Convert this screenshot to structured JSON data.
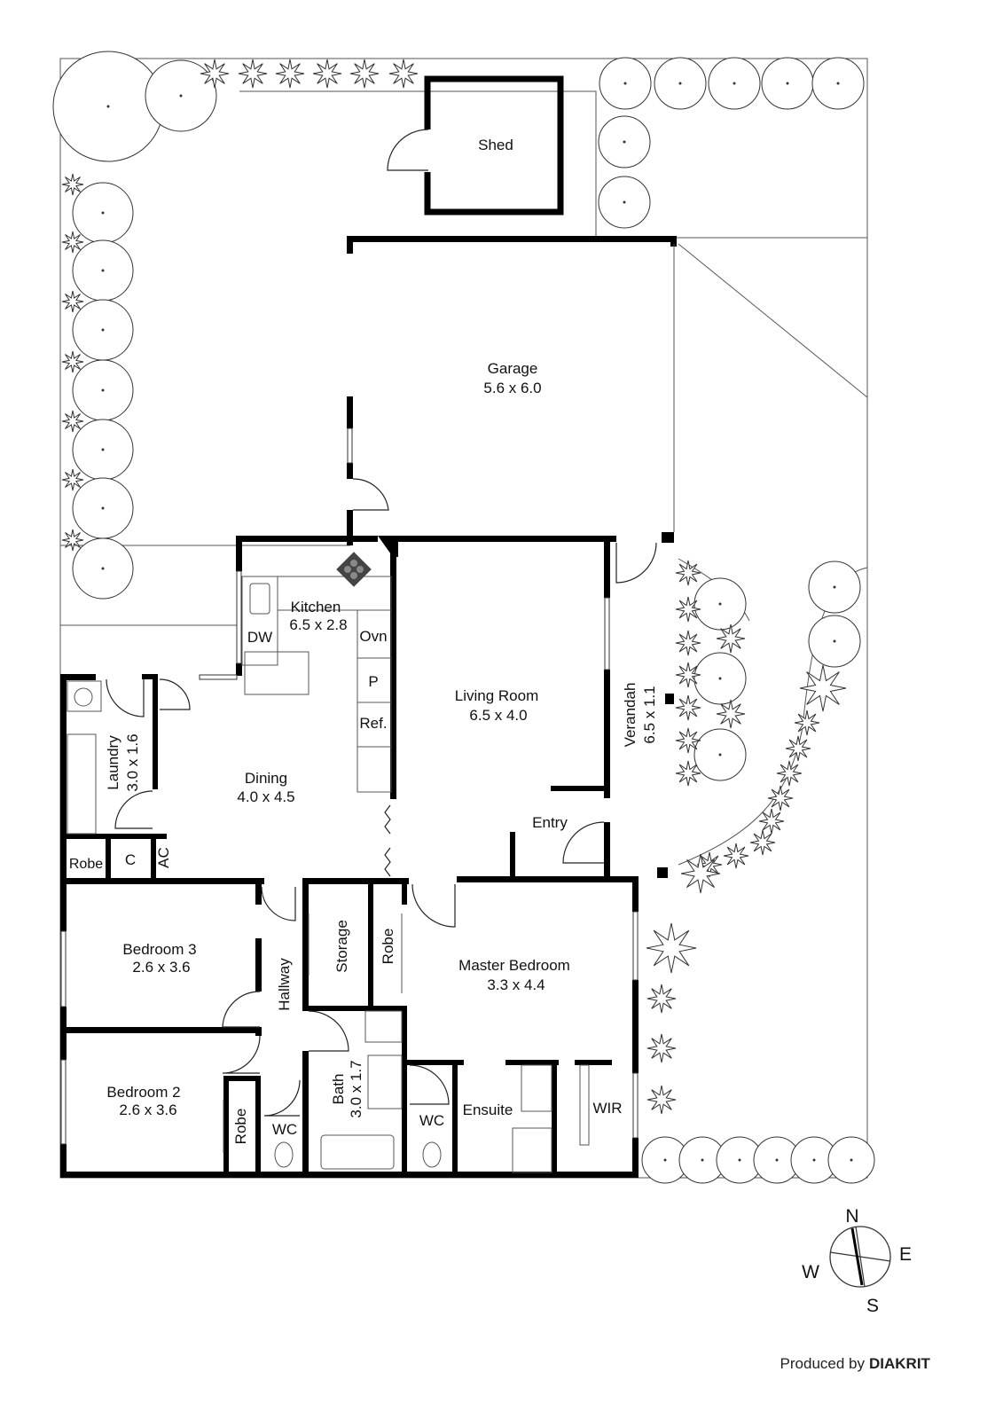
{
  "rooms": {
    "shed": {
      "name": "Shed"
    },
    "garage": {
      "name": "Garage",
      "size": "5.6 x 6.0"
    },
    "kitchen": {
      "name": "Kitchen",
      "size": "6.5 x 2.8"
    },
    "dw": "DW",
    "ovn": "Ovn",
    "pantry": "P",
    "ref": "Ref.",
    "living": {
      "name": "Living Room",
      "size": "6.5 x 4.0"
    },
    "verandah": {
      "name": "Verandah",
      "size": "6.5 x 1.1"
    },
    "laundry": {
      "name": "Laundry",
      "size": "3.0 x 1.6"
    },
    "dining": {
      "name": "Dining",
      "size": "4.0 x 4.5"
    },
    "entry": "Entry",
    "robe_small": "Robe",
    "cupboard": "C",
    "ac": "AC",
    "bedroom3": {
      "name": "Bedroom 3",
      "size": "2.6 x 3.6"
    },
    "hallway": "Hallway",
    "storage": "Storage",
    "robe_master": "Robe",
    "master": {
      "name": "Master Bedroom",
      "size": "3.3 x 4.4"
    },
    "bedroom2": {
      "name": "Bedroom 2",
      "size": "2.6 x 3.6"
    },
    "robe_bed2": "Robe",
    "wc1": "WC",
    "bath": {
      "name": "Bath",
      "size": "3.0 x 1.7"
    },
    "wc2": "WC",
    "ensuite": "Ensuite",
    "wir": "WIR"
  },
  "compass": {
    "n": "N",
    "e": "E",
    "s": "S",
    "w": "W"
  },
  "credit": {
    "prefix": "Produced by",
    "brand": "DIAKRIT"
  },
  "colors": {
    "wall": "#000000",
    "line": "#555555"
  }
}
